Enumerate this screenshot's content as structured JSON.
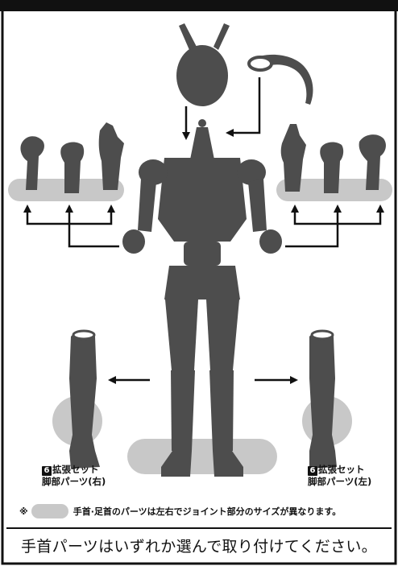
{
  "caption_right_leg": {
    "badge": "6",
    "line1": "拡張セット",
    "line2": "脚部パーツ(右)"
  },
  "caption_left_leg": {
    "badge": "6",
    "line1": "拡張セット",
    "line2": "脚部パーツ(左)"
  },
  "note": {
    "mark": "※",
    "text": "手首·足首のパーツは左右でジョイント部分のサイズが異なります。"
  },
  "instruction": "手首パーツはいずれか選んで取り付けてください。",
  "colors": {
    "part_fill": "#4d4d4d",
    "highlight_gray": "#c8c8c8",
    "frame_black": "#111111"
  },
  "icons": [
    "head-icon",
    "antenna-icon",
    "scarf-icon",
    "hand-icon",
    "leg-boot-icon",
    "arrow-icon"
  ]
}
